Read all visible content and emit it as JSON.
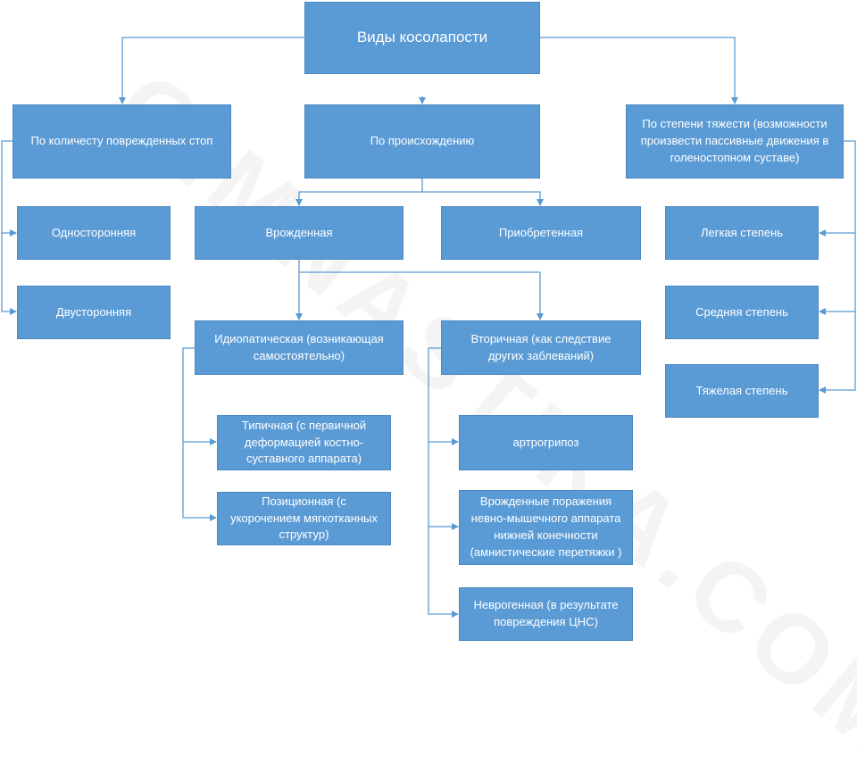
{
  "watermark": "GIMNASTIKA.COM",
  "colors": {
    "box": "#5b9bd5",
    "line": "#5b9bd5",
    "text": "#ffffff"
  },
  "root": "Виды косолапости",
  "categories": {
    "by_feet": "По количесту поврежденных стоп",
    "by_origin": "По происхождению",
    "by_severity": "По степени тяжести (возможности произвести пассивные движения в голеностопном суставе)"
  },
  "by_feet": {
    "unilateral": "Односторонняя",
    "bilateral": "Двусторонняя"
  },
  "by_origin": {
    "congenital": "Врожденная",
    "acquired": "Приобретенная"
  },
  "congenital": {
    "idiopathic": "Идиопатическая (возникающая самостоятельно)",
    "secondary": "Вторичная (как следствие других заблеваний)"
  },
  "idiopathic": {
    "typical": "Типичная (с первичной деформацией костно-суставного аппарата)",
    "positional": "Позиционная (с укорочением мягкотканных структур)"
  },
  "secondary": {
    "arthrogryposis": "артрогрипоз",
    "neuromuscular": "Врожденные поражения невно-мышечного аппарата нижней конечности (амнистические перетяжки )",
    "neurogenic": "Неврогенная (в результате повреждения ЦНС)"
  },
  "by_severity": {
    "mild": "Легкая степень",
    "moderate": "Средняя степень",
    "severe": "Тяжелая степень"
  }
}
